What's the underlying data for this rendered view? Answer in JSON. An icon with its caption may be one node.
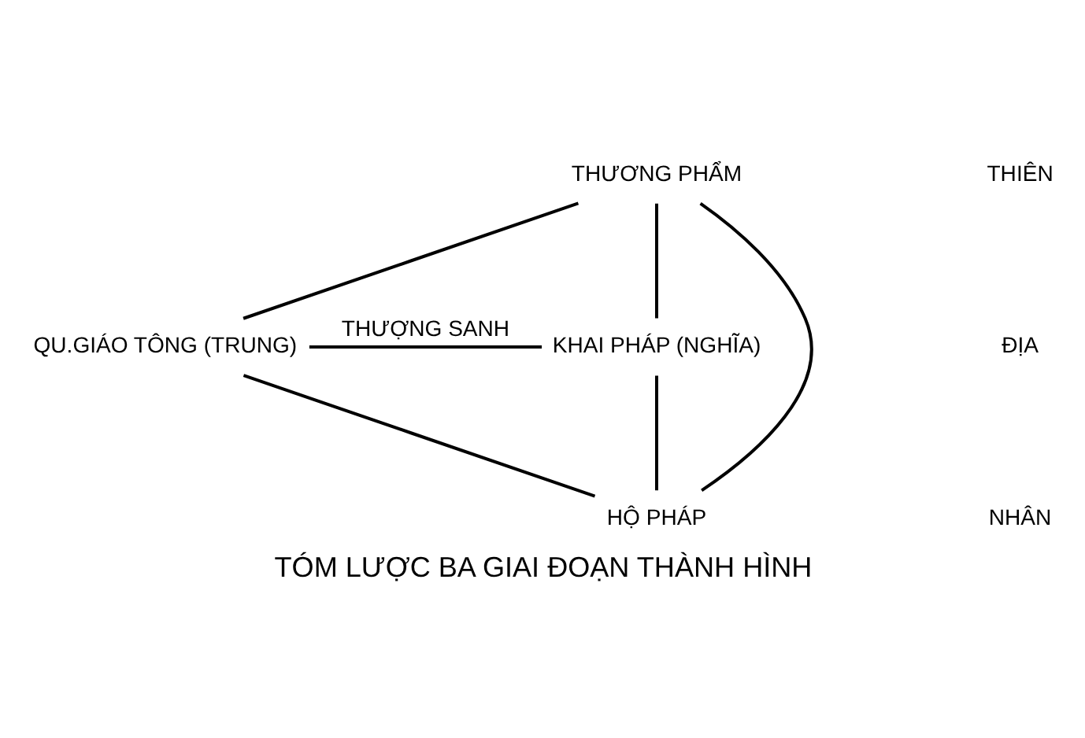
{
  "diagram": {
    "caption": "TÓM LƯỢC BA GIAI ĐOẠN THÀNH HÌNH",
    "nodes": [
      {
        "text": [
          "THƯƠNG PHẨM"
        ]
      },
      {
        "text": [
          "QU.GIÁO TÔNG (TRUNG)"
        ]
      },
      {
        "text": [
          "KHAI PHÁP (NGHĨA)"
        ]
      },
      {
        "text": [
          "HỘ PHÁP"
        ]
      }
    ],
    "edges": [
      {
        "from": 0,
        "to": 1,
        "arrow": "none"
      },
      {
        "from": 0,
        "to": 2,
        "arrow": "none"
      },
      {
        "from": 0,
        "to": 3,
        "arrow": "none"
      },
      {
        "from": 1,
        "to": 2,
        "arrow": "none",
        "label": "THƯỢNG SANH"
      },
      {
        "from": 1,
        "to": 3,
        "arrow": "none"
      },
      {
        "from": 2,
        "to": 3,
        "arrow": "none"
      }
    ],
    "labels": [
      "THIÊN",
      "ĐỊA",
      "NHÂN"
    ]
  }
}
